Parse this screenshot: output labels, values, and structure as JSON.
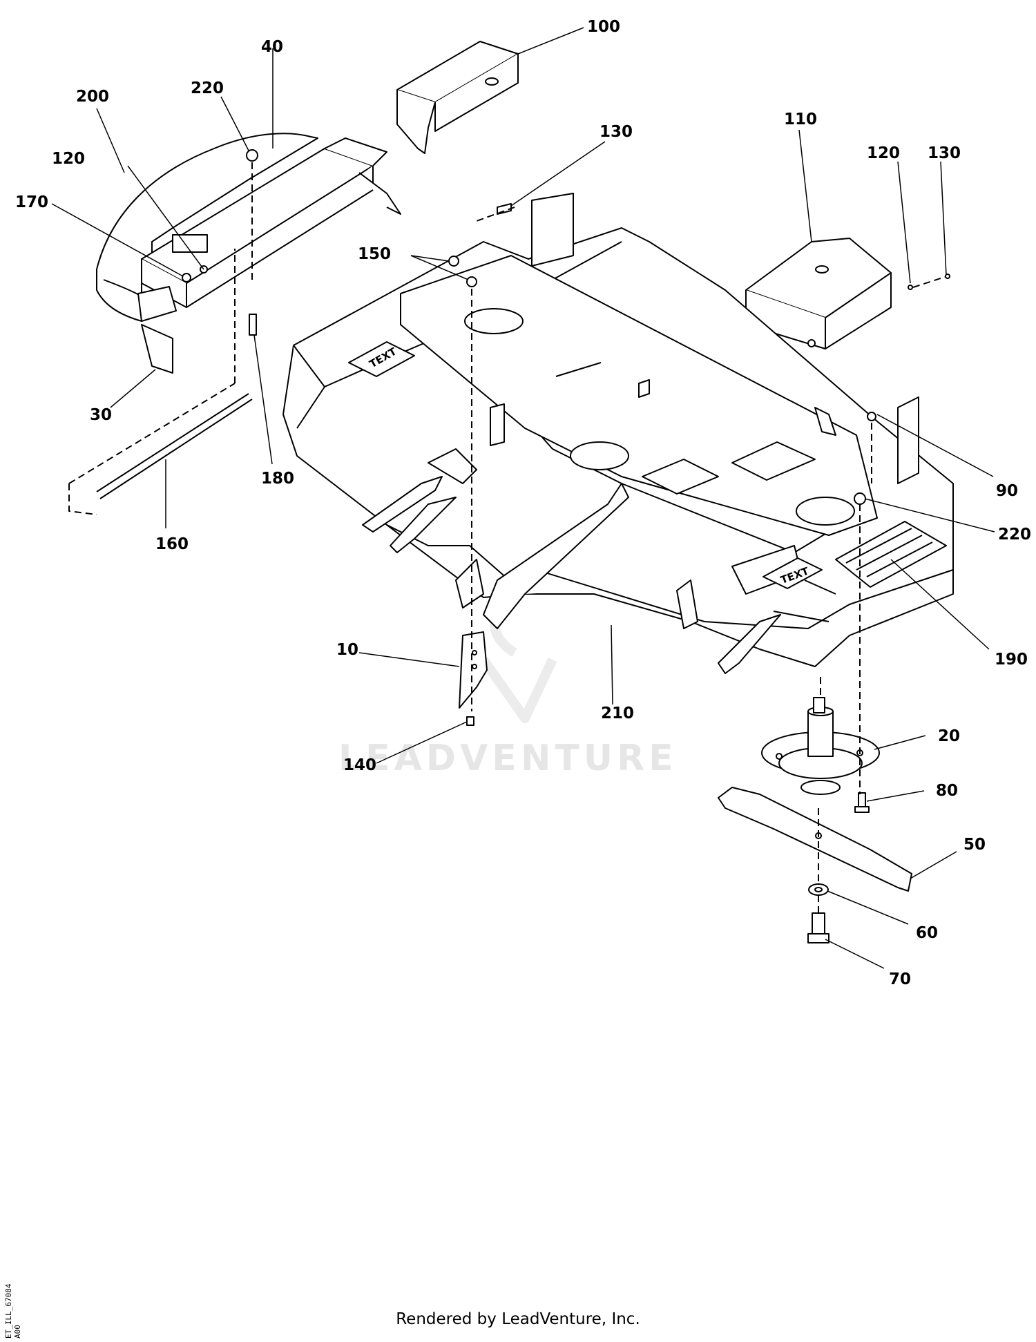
{
  "watermark": "LEADVENTURE",
  "footer": "Rendered by LeadVenture, Inc.",
  "doc_id": {
    "number": "ET_ILL_67084",
    "revision": "A00"
  },
  "deck_decal_text": "TEXT",
  "callouts": [
    {
      "id": "label-100",
      "text": "100"
    },
    {
      "id": "label-40",
      "text": "40"
    },
    {
      "id": "label-200",
      "text": "200"
    },
    {
      "id": "label-220-top",
      "text": "220"
    },
    {
      "id": "label-120-left",
      "text": "120"
    },
    {
      "id": "label-170",
      "text": "170"
    },
    {
      "id": "label-130-mid",
      "text": "130"
    },
    {
      "id": "label-150",
      "text": "150"
    },
    {
      "id": "label-110",
      "text": "110"
    },
    {
      "id": "label-120-right",
      "text": "120"
    },
    {
      "id": "label-130-right",
      "text": "130"
    },
    {
      "id": "label-30",
      "text": "30"
    },
    {
      "id": "label-180",
      "text": "180"
    },
    {
      "id": "label-160",
      "text": "160"
    },
    {
      "id": "label-90",
      "text": "90"
    },
    {
      "id": "label-220-right",
      "text": "220"
    },
    {
      "id": "label-190",
      "text": "190"
    },
    {
      "id": "label-10",
      "text": "10"
    },
    {
      "id": "label-210",
      "text": "210"
    },
    {
      "id": "label-140",
      "text": "140"
    },
    {
      "id": "label-20",
      "text": "20"
    },
    {
      "id": "label-80",
      "text": "80"
    },
    {
      "id": "label-50",
      "text": "50"
    },
    {
      "id": "label-60",
      "text": "60"
    },
    {
      "id": "label-70",
      "text": "70"
    }
  ]
}
